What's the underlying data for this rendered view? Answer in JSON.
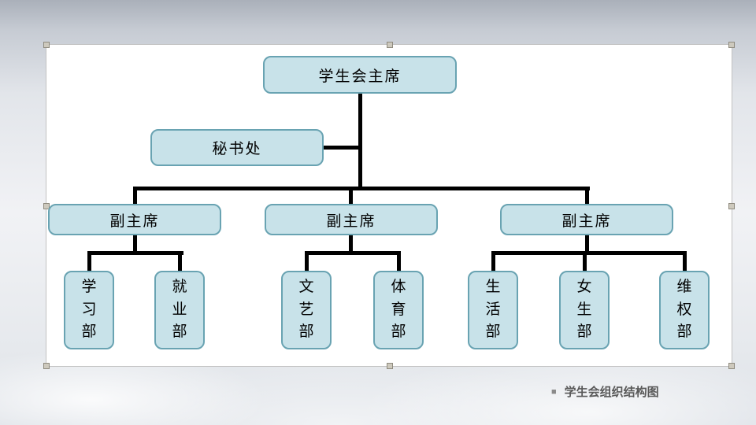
{
  "slide": {
    "caption": "学生会组织结构图",
    "caption_bullet": "■"
  },
  "org": {
    "president": "学生会主席",
    "secretariat": "秘书处",
    "vice_presidents": [
      "副主席",
      "副主席",
      "副主席"
    ],
    "departments": [
      [
        "学习部",
        "就业部"
      ],
      [
        "文艺部",
        "体育部"
      ],
      [
        "生活部",
        "女生部",
        "维权部"
      ]
    ]
  },
  "colors": {
    "box_fill": "#c8e2e9",
    "box_border": "#69a3b2",
    "connector": "#000000",
    "caption_text": "#595959"
  }
}
